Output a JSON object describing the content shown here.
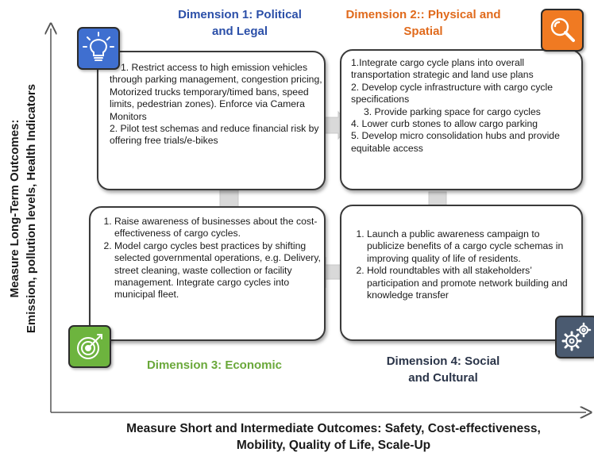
{
  "colors": {
    "dim1": "#2b4fa8",
    "dim2": "#e06a1c",
    "dim3": "#6aa83a",
    "dim4": "#2a3448",
    "icon1_bg": "#3f6fd0",
    "icon2_bg": "#f07a22",
    "icon3_bg": "#6db43e",
    "icon4_bg": "#4a5a70",
    "arrow": "#d9d9d9"
  },
  "axes": {
    "y_label_line1": "Measure Long-Term Outcomes:",
    "y_label_line2": "Emission, pollution levels, Health Indicators",
    "x_label_line1": "Measure Short and Intermediate Outcomes: Safety, Cost-effectiveness,",
    "x_label_line2": "Mobility, Quality of Life, Scale-Up"
  },
  "dimensions": {
    "d1": {
      "title_line1": "Dimension 1: Political",
      "title_line2": "and Legal",
      "icon": "lightbulb-icon",
      "items": [
        "1. Restrict access to high emission vehicles through  parking management, congestion pricing, Motorized trucks temporary/timed bans,  speed limits, pedestrian zones). Enforce via Camera Monitors",
        "2. Pilot test schemas and reduce financial risk by offering free trials/e-bikes"
      ]
    },
    "d2": {
      "title_line1": "Dimension 2:: Physical and",
      "title_line2": "Spatial",
      "icon": "magnifier-icon",
      "items": [
        "1.Integrate cargo cycle plans into overall transportation strategic and land use  plans",
        "2. Develop cycle infrastructure with cargo cycle specifications",
        "3. Provide parking space for cargo cycles",
        "4. Lower curb stones to allow cargo parking",
        "5. Develop micro consolidation hubs and provide equitable access"
      ]
    },
    "d3": {
      "title": "Dimension 3: Economic",
      "icon": "target-icon",
      "items": [
        "Raise awareness of businesses about the cost-effectiveness of cargo cycles.",
        "Model cargo cycles best practices by shifting selected governmental operations, e.g.  Delivery, street cleaning, waste collection or facility management. Integrate cargo cycles into municipal fleet."
      ]
    },
    "d4": {
      "title_line1": "Dimension 4:  Social",
      "title_line2": "and Cultural",
      "icon": "gears-icon",
      "items": [
        "Launch a public awareness campaign to publicize benefits of a cargo cycle schemas in improving quality of life of residents.",
        " Hold roundtables with all stakeholders’ participation and promote network building and knowledge transfer"
      ]
    }
  }
}
